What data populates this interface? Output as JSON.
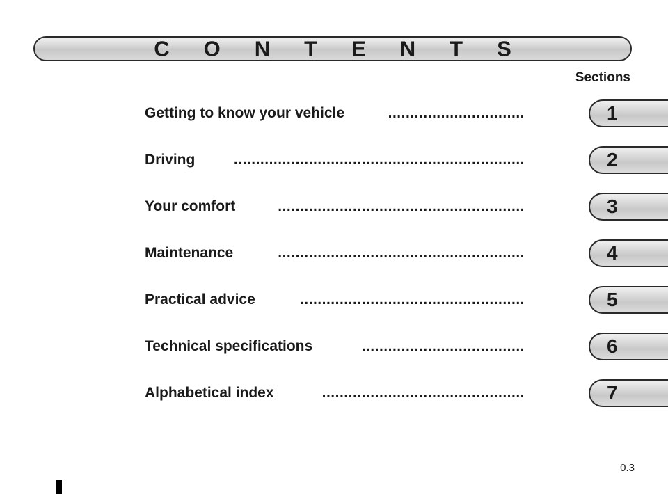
{
  "header": {
    "title": "CONTENTS"
  },
  "sections_label": "Sections",
  "toc": [
    {
      "label": "Getting to know your vehicle",
      "dots": "...............................",
      "section": "1"
    },
    {
      "label": "Driving",
      "dots": "..................................................................",
      "section": "2"
    },
    {
      "label": "Your comfort",
      "dots": "........................................................",
      "section": "3"
    },
    {
      "label": "Maintenance",
      "dots": "........................................................",
      "section": "4"
    },
    {
      "label": "Practical advice",
      "dots": "...................................................",
      "section": "5"
    },
    {
      "label": "Technical specifications",
      "dots": ".....................................",
      "section": "6"
    },
    {
      "label": "Alphabetical index",
      "dots": "..............................................",
      "section": "7"
    }
  ],
  "footer": {
    "page_number": "0.3"
  }
}
